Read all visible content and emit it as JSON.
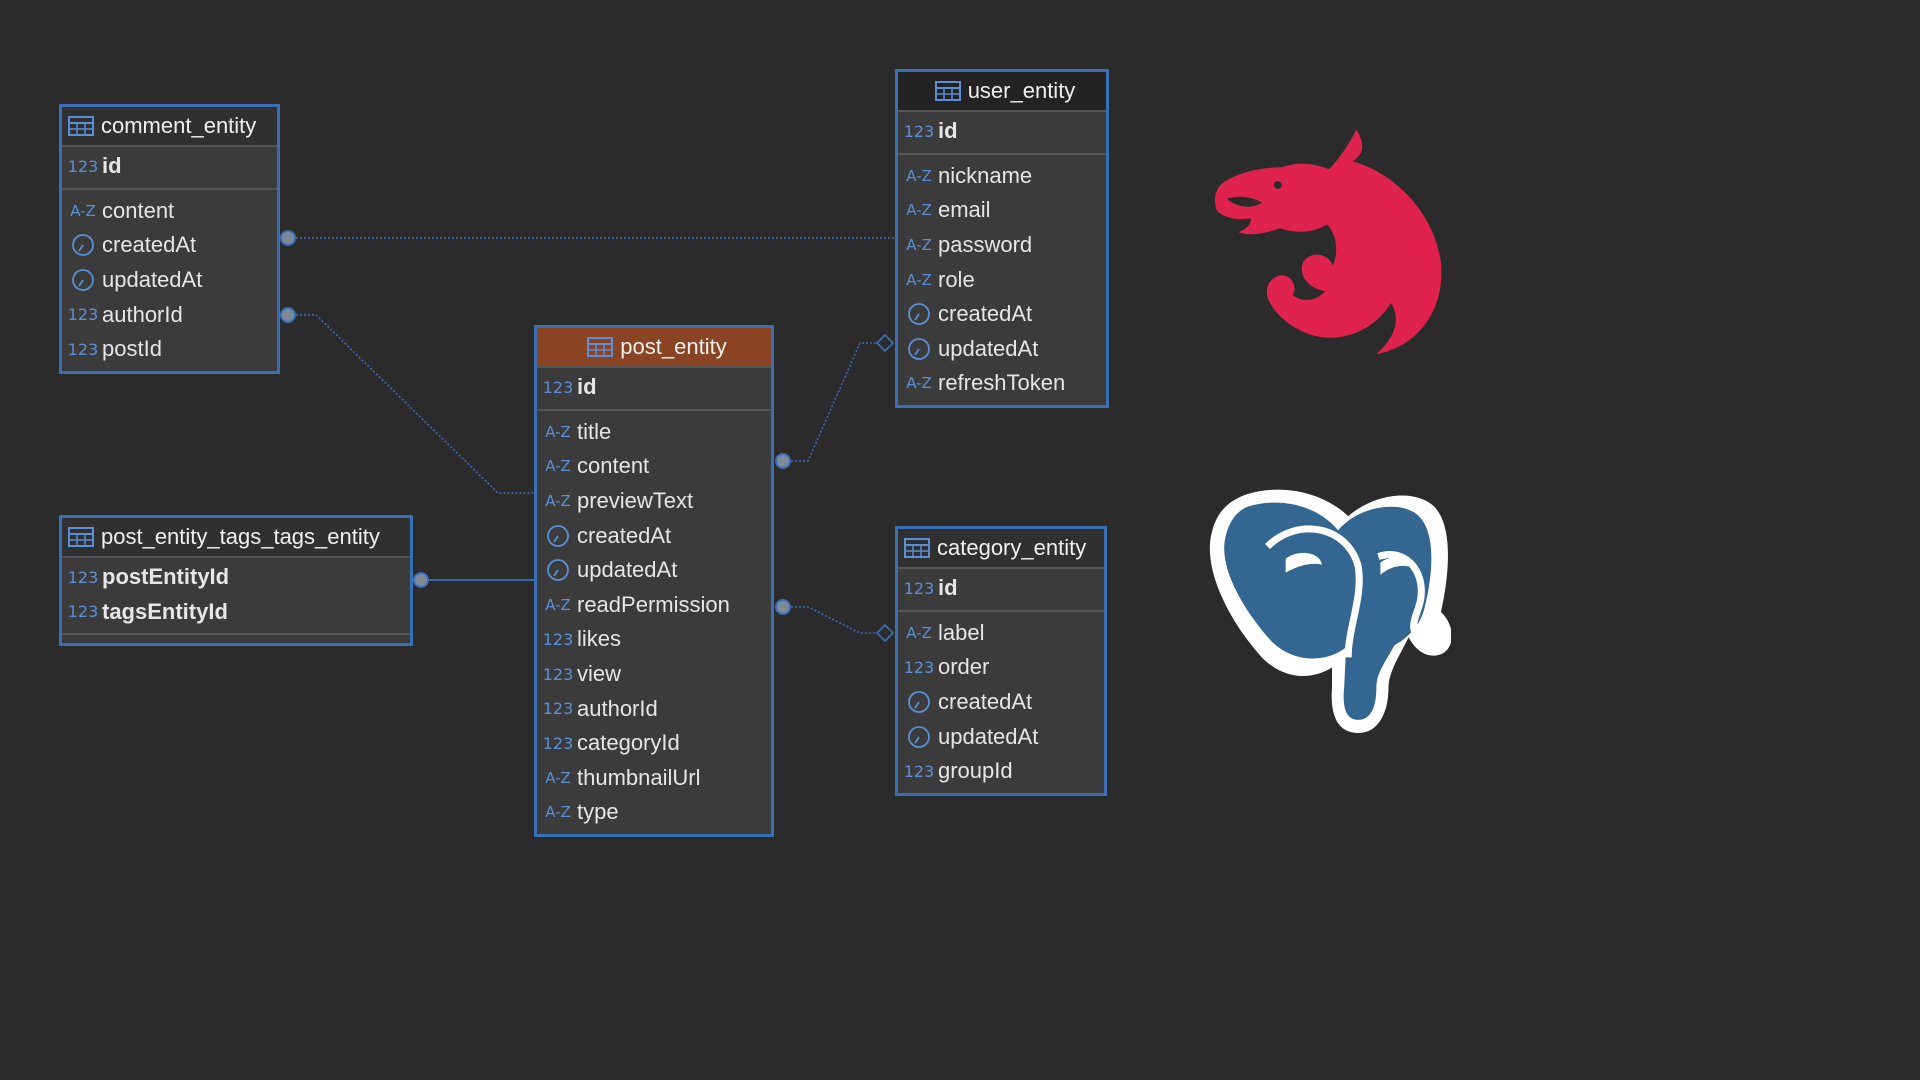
{
  "entities": {
    "comment": {
      "title": "comment_entity",
      "pk": [
        {
          "type": "123",
          "name": "id"
        }
      ],
      "columns": [
        {
          "type": "A-Z",
          "name": "content"
        },
        {
          "type": "clock",
          "name": "createdAt"
        },
        {
          "type": "clock",
          "name": "updatedAt"
        },
        {
          "type": "123",
          "name": "authorId"
        },
        {
          "type": "123",
          "name": "postId"
        }
      ]
    },
    "user": {
      "title": "user_entity",
      "pk": [
        {
          "type": "123",
          "name": "id"
        }
      ],
      "columns": [
        {
          "type": "A-Z",
          "name": "nickname"
        },
        {
          "type": "A-Z",
          "name": "email"
        },
        {
          "type": "A-Z",
          "name": "password"
        },
        {
          "type": "A-Z",
          "name": "role"
        },
        {
          "type": "clock",
          "name": "createdAt"
        },
        {
          "type": "clock",
          "name": "updatedAt"
        },
        {
          "type": "A-Z",
          "name": "refreshToken"
        }
      ]
    },
    "post": {
      "title": "post_entity",
      "pk": [
        {
          "type": "123",
          "name": "id"
        }
      ],
      "columns": [
        {
          "type": "A-Z",
          "name": "title"
        },
        {
          "type": "A-Z",
          "name": "content"
        },
        {
          "type": "A-Z",
          "name": "previewText"
        },
        {
          "type": "clock",
          "name": "createdAt"
        },
        {
          "type": "clock",
          "name": "updatedAt"
        },
        {
          "type": "A-Z",
          "name": "readPermission"
        },
        {
          "type": "123",
          "name": "likes"
        },
        {
          "type": "123",
          "name": "view"
        },
        {
          "type": "123",
          "name": "authorId"
        },
        {
          "type": "123",
          "name": "categoryId"
        },
        {
          "type": "A-Z",
          "name": "thumbnailUrl"
        },
        {
          "type": "A-Z",
          "name": "type"
        }
      ]
    },
    "tags": {
      "title": "post_entity_tags_tags_entity",
      "pk": [
        {
          "type": "123",
          "name": "postEntityId"
        },
        {
          "type": "123",
          "name": "tagsEntityId"
        }
      ],
      "columns": []
    },
    "category": {
      "title": "category_entity",
      "pk": [
        {
          "type": "123",
          "name": "id"
        }
      ],
      "columns": [
        {
          "type": "A-Z",
          "name": "label"
        },
        {
          "type": "123",
          "name": "order"
        },
        {
          "type": "clock",
          "name": "createdAt"
        },
        {
          "type": "clock",
          "name": "updatedAt"
        },
        {
          "type": "123",
          "name": "groupId"
        }
      ]
    }
  },
  "colors": {
    "background": "#2b2b2b",
    "entity_border": "#3a6fb8",
    "highlight_header": "#8a4423",
    "type_badge": "#5b8fd6",
    "nestjs_logo": "#e0234e",
    "postgres_logo": "#336791"
  },
  "logos": [
    "nestjs-logo",
    "postgresql-elephant-logo"
  ]
}
